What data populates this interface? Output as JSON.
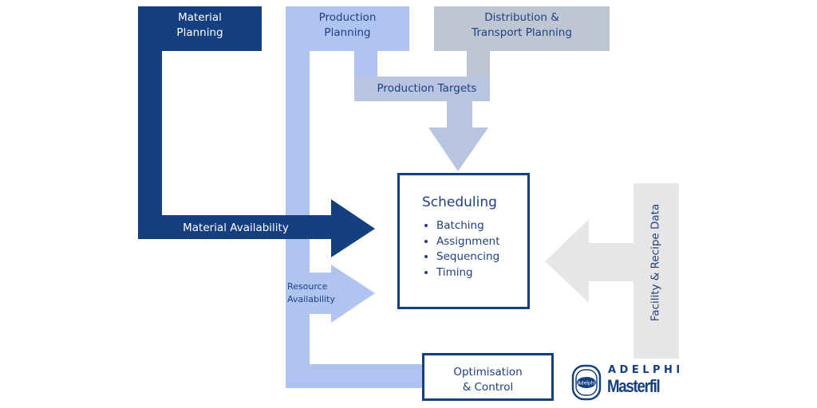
{
  "colors": {
    "material": "#163f7f",
    "production": "#b0c4f2",
    "targets": "#b8c4e0",
    "distribution": "#bec6d4",
    "facility": "#e6e6e6",
    "text": "#1e3f80"
  },
  "nodes": {
    "material_planning": [
      "Material",
      "Planning"
    ],
    "production_planning": [
      "Production",
      "Planning"
    ],
    "distribution_planning": [
      "Distribution &",
      "Transport Planning"
    ],
    "production_targets": "Production Targets",
    "material_availability": "Material Availability",
    "resource_availability": [
      "Resource",
      "Availability"
    ],
    "facility_recipe_data": "Facility & Recipe Data",
    "optimisation": [
      "Optimisation",
      "& Control"
    ]
  },
  "scheduling": {
    "title": "Scheduling",
    "items": [
      "Batching",
      "Assignment",
      "Sequencing",
      "Timing"
    ]
  },
  "logo": {
    "line1": "ADELPHI",
    "line2": "Masterfil",
    "emblem": "Adelphi"
  }
}
